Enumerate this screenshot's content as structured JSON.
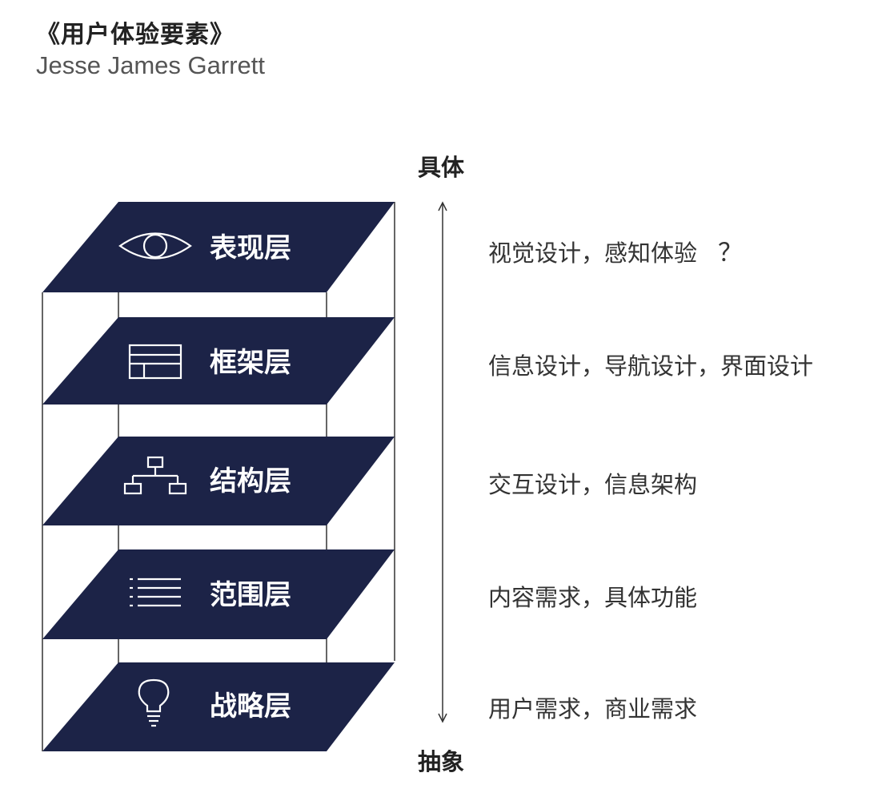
{
  "header": {
    "title": "《用户体验要素》",
    "author": "Jesse James Garrett"
  },
  "axis": {
    "top_label": "具体",
    "bottom_label": "抽象"
  },
  "colors": {
    "layer_fill": "#1c2347",
    "layer_text": "#ffffff",
    "line": "#333333"
  },
  "layers": [
    {
      "name": "表现层",
      "icon": "eye-icon",
      "description": "视觉设计，感知体验",
      "mark": "？"
    },
    {
      "name": "框架层",
      "icon": "layout-icon",
      "description": "信息设计，导航设计，界面设计"
    },
    {
      "name": "结构层",
      "icon": "sitemap-icon",
      "description": "交互设计，信息架构"
    },
    {
      "name": "范围层",
      "icon": "list-icon",
      "description": "内容需求，具体功能"
    },
    {
      "name": "战略层",
      "icon": "lightbulb-icon",
      "description": "用户需求，商业需求"
    }
  ]
}
